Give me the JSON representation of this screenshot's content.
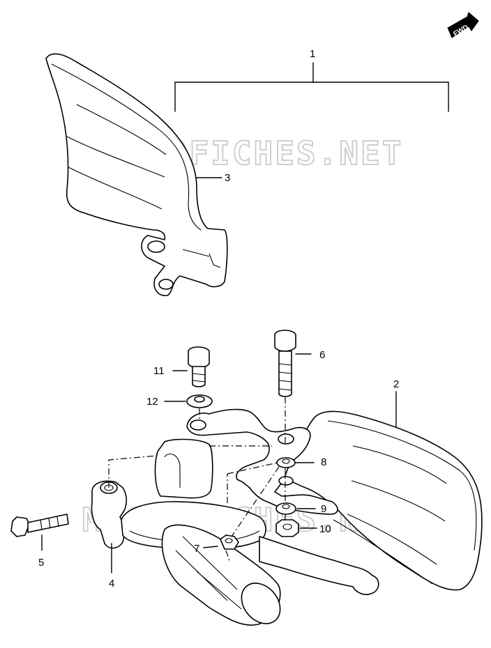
{
  "forward_badge": {
    "label": "FWD",
    "icon": "forward-arrow-icon"
  },
  "watermarks": [
    "MICROFICHES.NET",
    "MICROFICHES.NET"
  ],
  "callouts": [
    "1",
    "2",
    "3",
    "4",
    "5",
    "6",
    "7",
    "8",
    "9",
    "10",
    "11",
    "12"
  ]
}
